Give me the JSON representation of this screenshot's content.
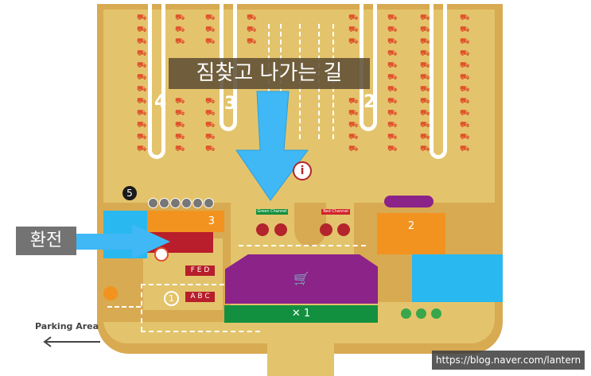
{
  "banner": {
    "text": "짐찾고 나가는 길"
  },
  "exchange": {
    "text": "환전"
  },
  "carousels": [
    "4",
    "3",
    "2"
  ],
  "zones": {
    "zone5": "5",
    "zone3": "3",
    "zone2": "2",
    "zone1": "1",
    "circle1": "1"
  },
  "gates": {
    "upper": "F E D",
    "lower": "A B C"
  },
  "customs": {
    "green": "Green Channel",
    "red": "Red Channel"
  },
  "parking": {
    "label": "Parking Area"
  },
  "watermark": "https://blog.naver.com/lantern",
  "icons": {
    "info": "i",
    "shop": "🛒",
    "food": "✕",
    "cart": "⛟"
  },
  "colors": {
    "map": "#e3c46c",
    "blue": "#29b8ef",
    "orange": "#f29320",
    "red": "#b81e2b",
    "purple": "#8b2389",
    "green": "#13903f"
  }
}
